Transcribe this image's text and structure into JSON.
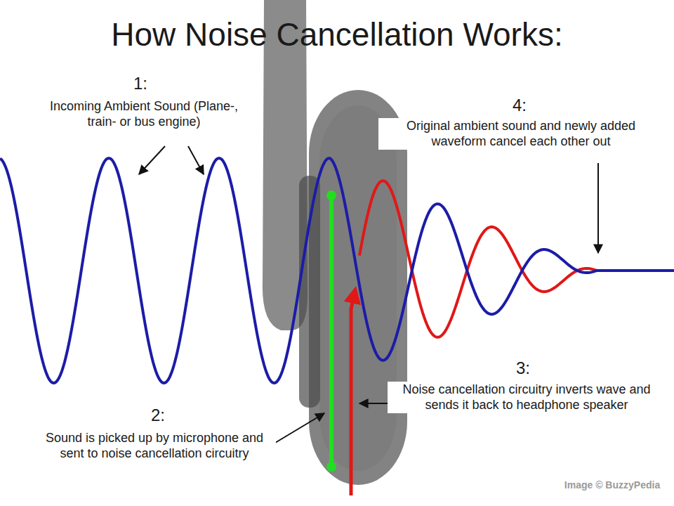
{
  "diagram": {
    "title": "How Noise Cancellation Works:",
    "labels": [
      "1:",
      "Incoming Ambient Sound (Plane-, train- or bus engine)",
      "4:",
      "Original ambient sound and newly added waveform cancel each other out",
      "3:",
      "Noise cancellation circuitry inverts wave and sends it back to headphone speaker",
      "2:",
      "Sound is picked up by microphone and sent to noise cancellation circuitry",
      "Image © BuzzyPedia"
    ]
  }
}
